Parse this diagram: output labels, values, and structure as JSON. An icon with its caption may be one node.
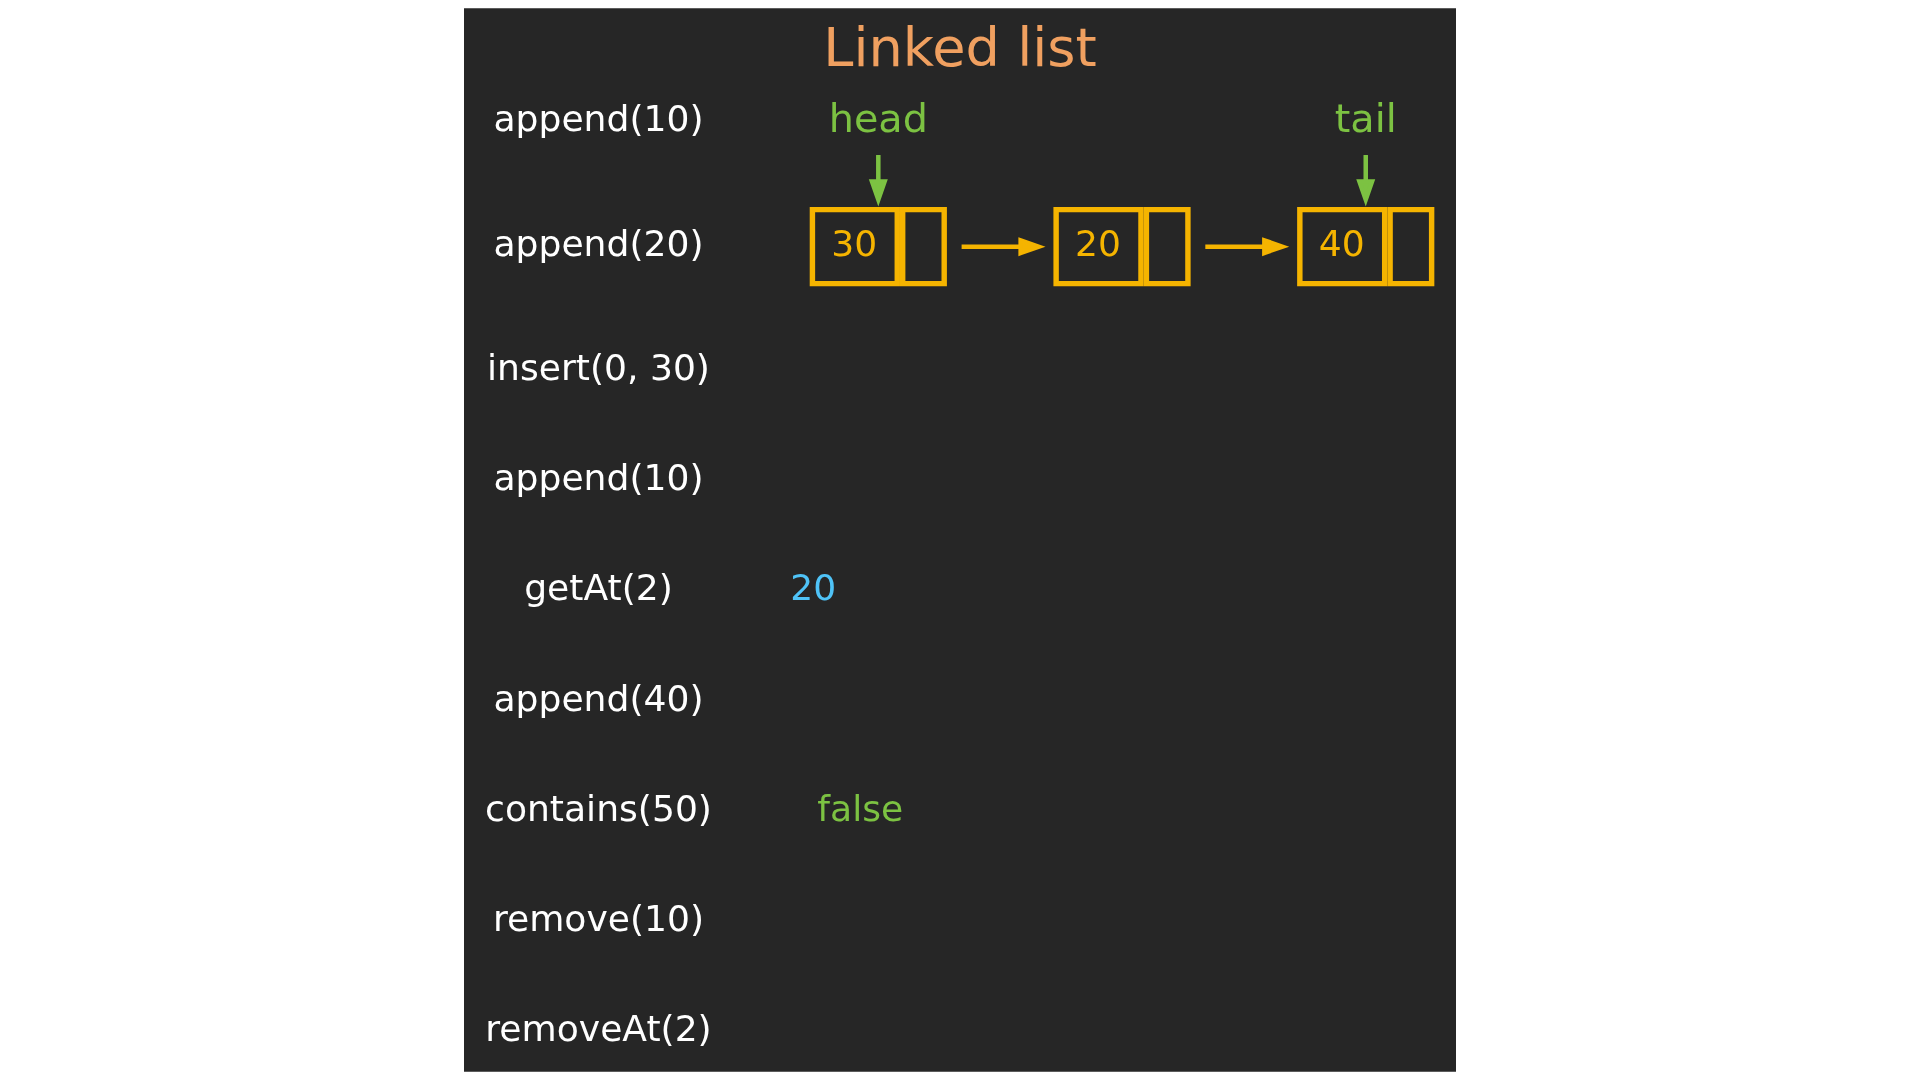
{
  "diagram": {
    "title": "Linked list",
    "nodes": [
      {
        "text": [
          "head"
        ]
      },
      {
        "text": [
          "tail"
        ]
      },
      {
        "text": [
          "30"
        ]
      },
      {
        "text": [
          "20"
        ]
      },
      {
        "text": [
          "40"
        ]
      }
    ],
    "edges": [
      {
        "from": 0,
        "to": 2,
        "arrow": "to"
      },
      {
        "from": 1,
        "to": 4,
        "arrow": "to"
      },
      {
        "from": 2,
        "to": 3,
        "arrow": "to",
        "color": "#f5b400"
      },
      {
        "from": 3,
        "to": 4,
        "arrow": "to",
        "color": "#f5b400"
      }
    ],
    "labels": [
      "append(10)",
      "append(20)",
      "insert(0, 30)",
      "append(10)",
      "getAt(2)",
      "20",
      "append(40)",
      "contains(50)",
      "false",
      "remove(10)",
      "removeAt(2)"
    ]
  }
}
